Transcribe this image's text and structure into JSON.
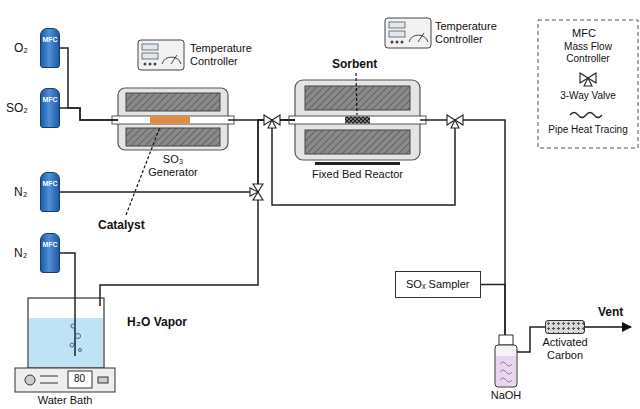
{
  "diagram": {
    "nodes": [
      {
        "text": [
          "MFC"
        ]
      },
      {
        "text": [
          "MFC"
        ]
      },
      {
        "text": [
          "Temperature Controller"
        ]
      },
      {
        "text": [
          "SO₃ Generator"
        ]
      },
      {
        "text": [
          "Temperature Controller"
        ]
      },
      {
        "text": [
          "Fixed Bed Reactor"
        ]
      },
      {
        "text": [
          "MFC"
        ]
      },
      {
        "text": [
          "SOₓ Sampler"
        ]
      },
      {
        "text": [
          "MFC"
        ]
      },
      {
        "text": [
          "H₂O Vapor",
          "Water Bath"
        ]
      },
      {
        "text": [
          "NaOH"
        ]
      },
      {
        "text": [
          "Activated Carbon"
        ]
      }
    ],
    "edges": [
      {
        "from": 0,
        "to": 3,
        "arrow": "none"
      },
      {
        "from": 1,
        "to": 3,
        "arrow": "none"
      },
      {
        "from": 6,
        "to": 5,
        "arrow": "none"
      },
      {
        "from": 8,
        "to": 9,
        "arrow": "none"
      },
      {
        "from": 9,
        "to": 5,
        "arrow": "none"
      },
      {
        "from": 3,
        "to": 5,
        "arrow": "none"
      },
      {
        "from": 5,
        "to": 10,
        "arrow": "none"
      },
      {
        "from": 7,
        "to": 10,
        "arrow": "none"
      },
      {
        "from": 10,
        "to": 11,
        "arrow": "none"
      }
    ],
    "labels": [
      "O₂",
      "SO₂",
      "N₂",
      "N₂",
      "Catalyst",
      "Sorbent",
      "80",
      "Vent",
      "MFC"
    ],
    "legend": [
      {
        "text": "Mass Flow Controller"
      },
      {
        "text": "3-Way Valve"
      },
      {
        "text": "Pipe Heat Tracing"
      }
    ]
  }
}
